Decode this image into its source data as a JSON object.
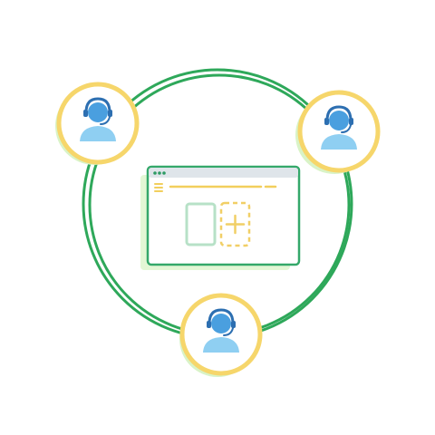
{
  "colors": {
    "ring": "#2ea85a",
    "avatar_ring": "#f6d66b",
    "avatar_shadow": "#d9f3c7",
    "person_head": "#4a9fdf",
    "person_body": "#8fcff2",
    "person_headset": "#2d6fb1",
    "window_border": "#34a86a",
    "window_header_line": "#f2cf5d",
    "window_shadow": "#e3f7d5",
    "card_border": "#b7e1c7",
    "plus_dash": "#f1cf66"
  },
  "illustration": {
    "nodes": [
      {
        "label": "agent-top-left"
      },
      {
        "label": "agent-top-right"
      },
      {
        "label": "agent-bottom"
      }
    ],
    "window": {
      "tabs_dots": 3,
      "menu_lines": 3
    }
  }
}
